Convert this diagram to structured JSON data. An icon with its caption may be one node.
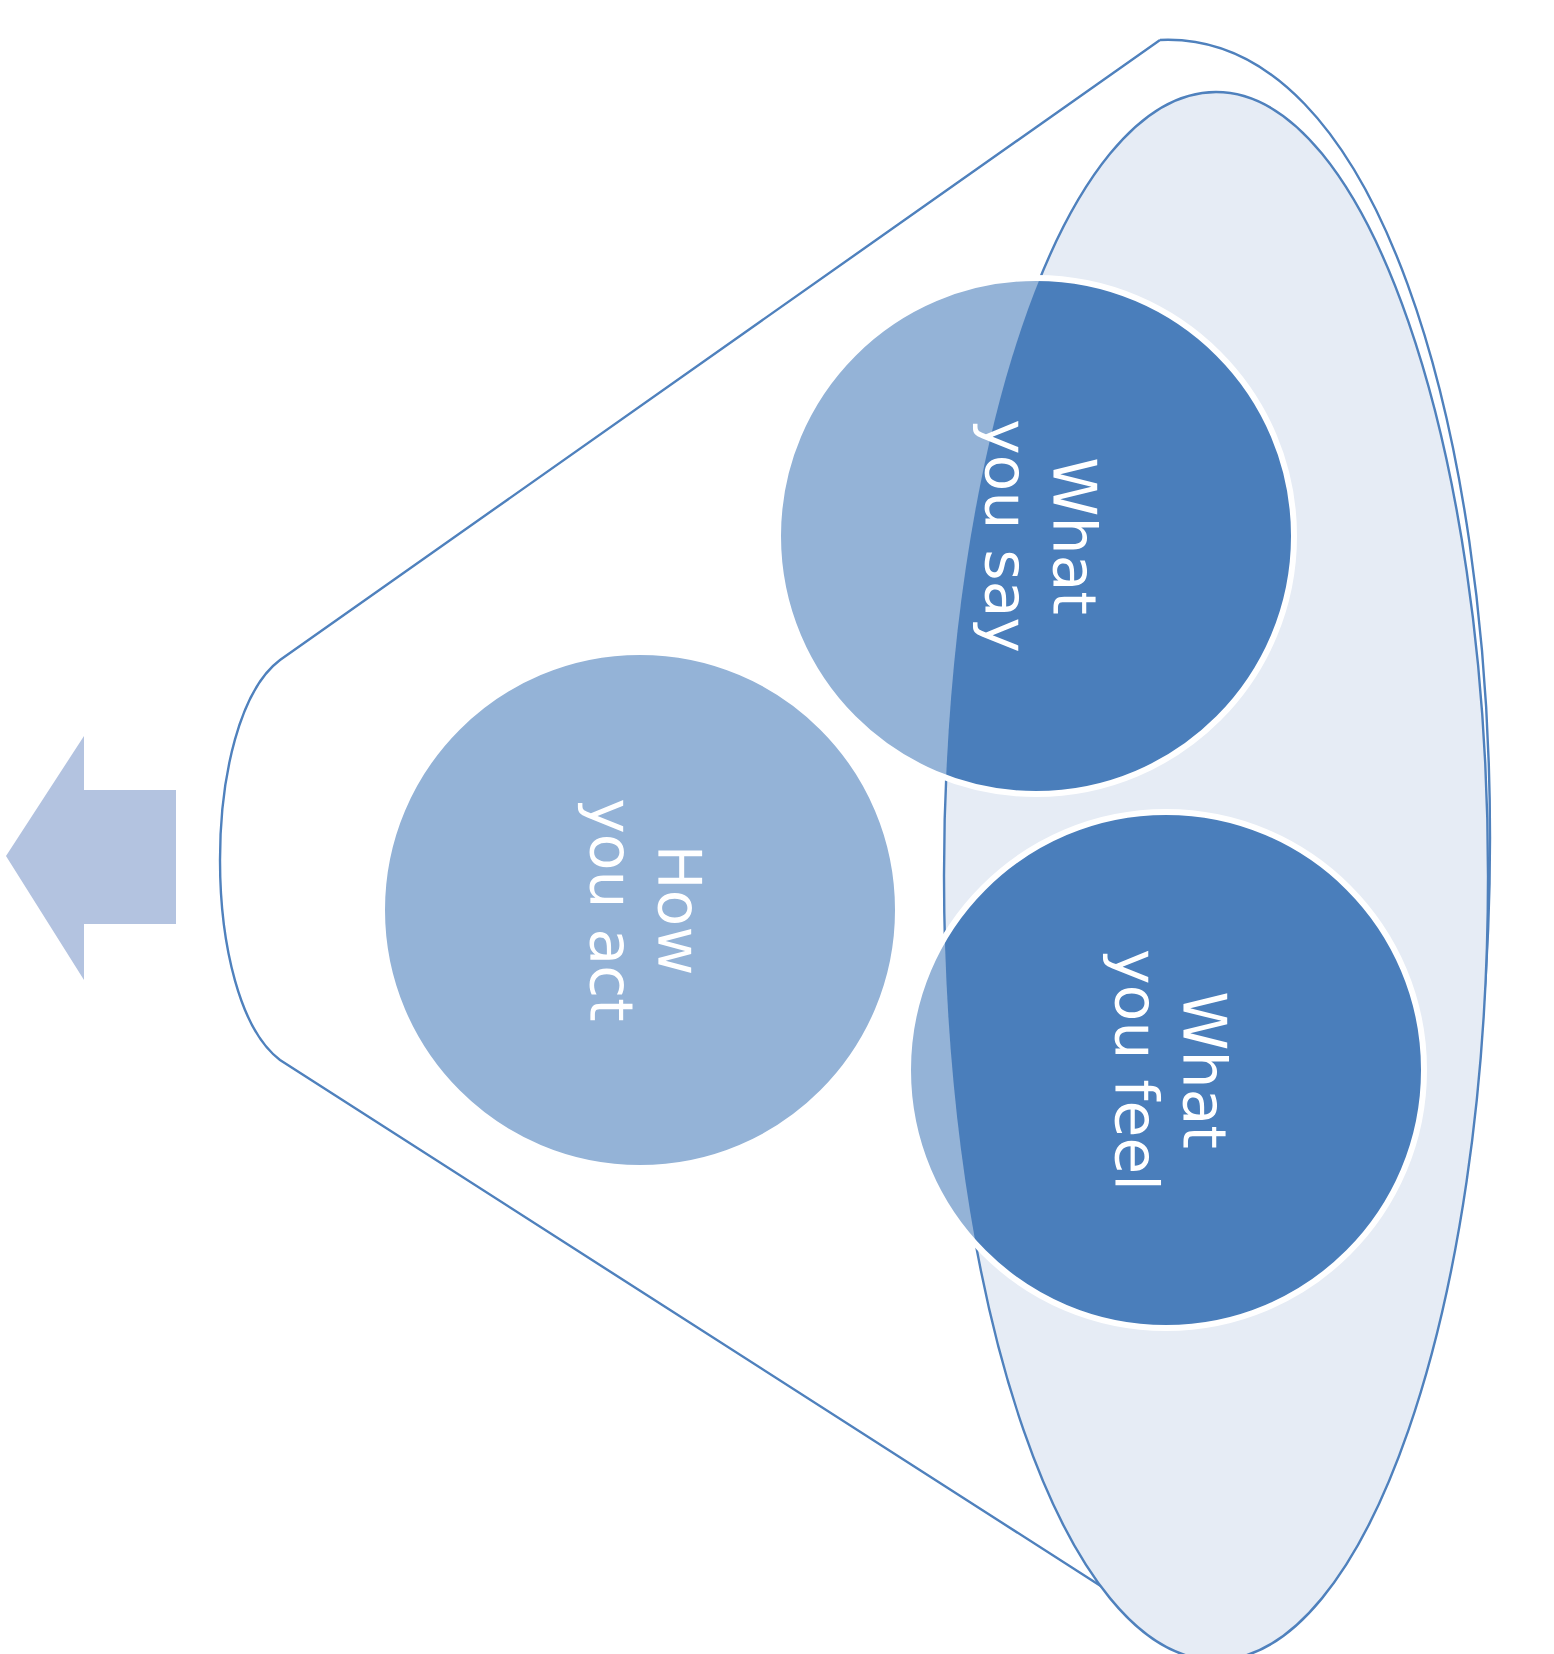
{
  "diagram": {
    "nodes": [
      {
        "text": [],
        "shape": "funnel"
      },
      {
        "text": [
          "What you say"
        ],
        "in": 0
      },
      {
        "text": [
          "How you act"
        ],
        "in": 0
      },
      {
        "text": [
          "What you feel"
        ],
        "in": 0
      }
    ]
  }
}
